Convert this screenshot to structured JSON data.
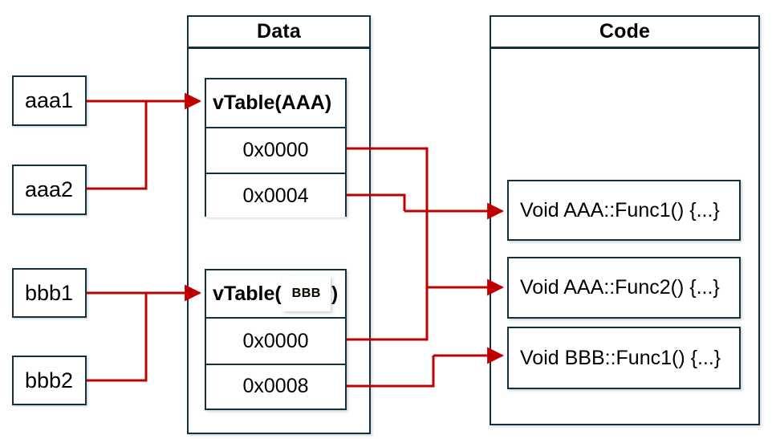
{
  "diagram": {
    "title": "vtable-dispatch-diagram",
    "colors": {
      "border": "#13303f",
      "wire": "#c00000",
      "background": "#ffffff",
      "text": "#000000"
    }
  },
  "objects": [
    {
      "id": "aaa1",
      "label": "aaa1"
    },
    {
      "id": "aaa2",
      "label": "aaa2"
    },
    {
      "id": "bbb1",
      "label": "bbb1"
    },
    {
      "id": "bbb2",
      "label": "bbb2"
    }
  ],
  "data_region": {
    "title": "Data",
    "vtables": [
      {
        "id": "vtable-aaa",
        "header_prefix": "vTable(AAA)",
        "header_chip": "",
        "header_suffix": "",
        "slots": [
          {
            "value": "0x0000"
          },
          {
            "value": "0x0004"
          }
        ]
      },
      {
        "id": "vtable-bbb",
        "header_prefix": "vTable(",
        "header_chip": "BBB",
        "header_suffix": ")",
        "slots": [
          {
            "value": "0x0000"
          },
          {
            "value": "0x0008"
          }
        ]
      }
    ]
  },
  "code_region": {
    "title": "Code",
    "functions": [
      {
        "id": "aaa-func1",
        "label": "Void AAA::Func1() {...}"
      },
      {
        "id": "aaa-func2",
        "label": "Void AAA::Func2() {...}"
      },
      {
        "id": "bbb-func1",
        "label": "Void BBB::Func1() {...}"
      }
    ]
  },
  "connections": [
    {
      "from": "aaa1",
      "to": "vtable-aaa"
    },
    {
      "from": "aaa2",
      "to": "vtable-aaa"
    },
    {
      "from": "bbb1",
      "to": "vtable-bbb"
    },
    {
      "from": "bbb2",
      "to": "vtable-bbb"
    },
    {
      "from": "vtable-aaa.slot.0x0000",
      "to": "aaa-func2"
    },
    {
      "from": "vtable-aaa.slot.0x0004",
      "to": "aaa-func1"
    },
    {
      "from": "vtable-bbb.slot.0x0000",
      "to": "aaa-func2"
    },
    {
      "from": "vtable-bbb.slot.0x0008",
      "to": "bbb-func1"
    }
  ]
}
